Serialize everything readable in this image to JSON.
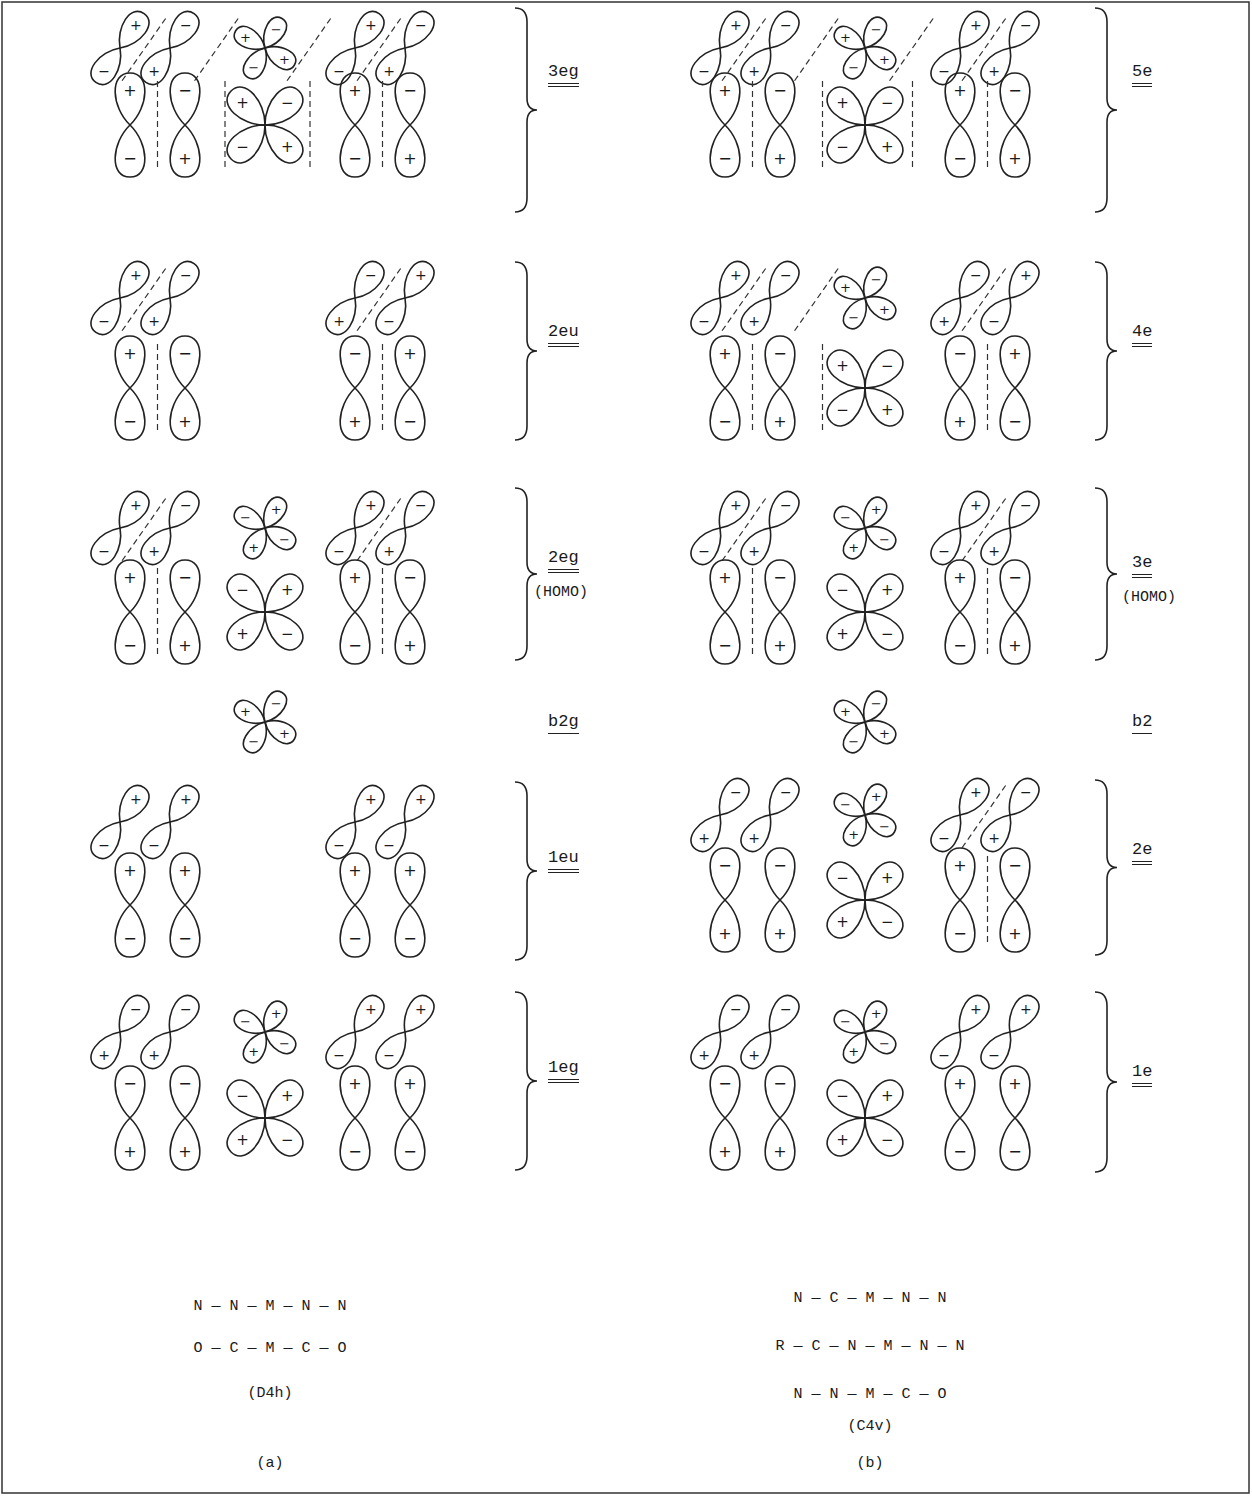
{
  "diagram": {
    "labels": [
      "3eg",
      "2eu",
      "2eg",
      "(HOMO)",
      "b2g",
      "1eu",
      "1eg",
      "N — N — M — N — N",
      "O — C — M — C — O",
      "(D4h)",
      "(a)",
      "5e",
      "4e",
      "3e",
      "(HOMO)",
      "b2",
      "2e",
      "1e",
      "N — C — M — N — N",
      "R — C — N — M — N — N",
      "N — N — M — C — O",
      "(C4v)",
      "(b)",
      "+",
      "−",
      "−",
      "+",
      "+",
      "−",
      "+",
      "−",
      "+",
      "−",
      "−",
      "+",
      "+",
      "−",
      "−",
      "+",
      "+",
      "−",
      "+",
      "−",
      "+",
      "−",
      "−",
      "+",
      "+",
      "−",
      "−",
      "+",
      "−",
      "+",
      "+",
      "−",
      "+",
      "−",
      "−",
      "+",
      "−",
      "+",
      "+",
      "−",
      "+",
      "−",
      "−",
      "+",
      "−",
      "+",
      "−",
      "+",
      "+",
      "−",
      "−",
      "+",
      "+",
      "−",
      "−",
      "+",
      "−",
      "+",
      "−",
      "+",
      "+",
      "−",
      "−",
      "+",
      "+",
      "−",
      "+",
      "−",
      "+",
      "−",
      "+",
      "−",
      "+",
      "−",
      "+",
      "−",
      "+",
      "−",
      "+",
      "−",
      "+",
      "−",
      "+",
      "−",
      "−",
      "+",
      "−",
      "+",
      "−",
      "+",
      "−",
      "+",
      "+",
      "−",
      "+",
      "−",
      "−",
      "+",
      "−",
      "+",
      "−",
      "+",
      "−",
      "+",
      "+",
      "−",
      "+",
      "−",
      "+",
      "−",
      "−",
      "+",
      "+",
      "−",
      "+",
      "−",
      "+",
      "−",
      "−",
      "+",
      "+",
      "−",
      "−",
      "+",
      "+",
      "−",
      "+",
      "−",
      "+",
      "−",
      "−",
      "+",
      "+",
      "−",
      "−",
      "+",
      "+",
      "−",
      "+",
      "−",
      "−",
      "+",
      "+",
      "−",
      "+",
      "−",
      "−",
      "+",
      "+",
      "−",
      "+",
      "−",
      "−",
      "+",
      "+",
      "−",
      "+",
      "−",
      "−",
      "+",
      "−",
      "+",
      "−",
      "+",
      "+",
      "−",
      "−",
      "+",
      "+",
      "−",
      "−",
      "+",
      "−",
      "+",
      "−",
      "+",
      "+",
      "−",
      "−",
      "+",
      "+",
      "−",
      "+",
      "−",
      "−",
      "+",
      "−",
      "+",
      "−",
      "+",
      "−",
      "+",
      "+",
      "−",
      "−",
      "+",
      "−",
      "+",
      "−",
      "+",
      "−",
      "+",
      "−",
      "+",
      "+",
      "−",
      "−",
      "+",
      "−",
      "+",
      "−",
      "+",
      "−",
      "+",
      "−",
      "+",
      "+",
      "−",
      "+",
      "−",
      "−",
      "+",
      "−",
      "+",
      "−",
      "+",
      "−",
      "+",
      "+",
      "−",
      "+",
      "−"
    ]
  }
}
